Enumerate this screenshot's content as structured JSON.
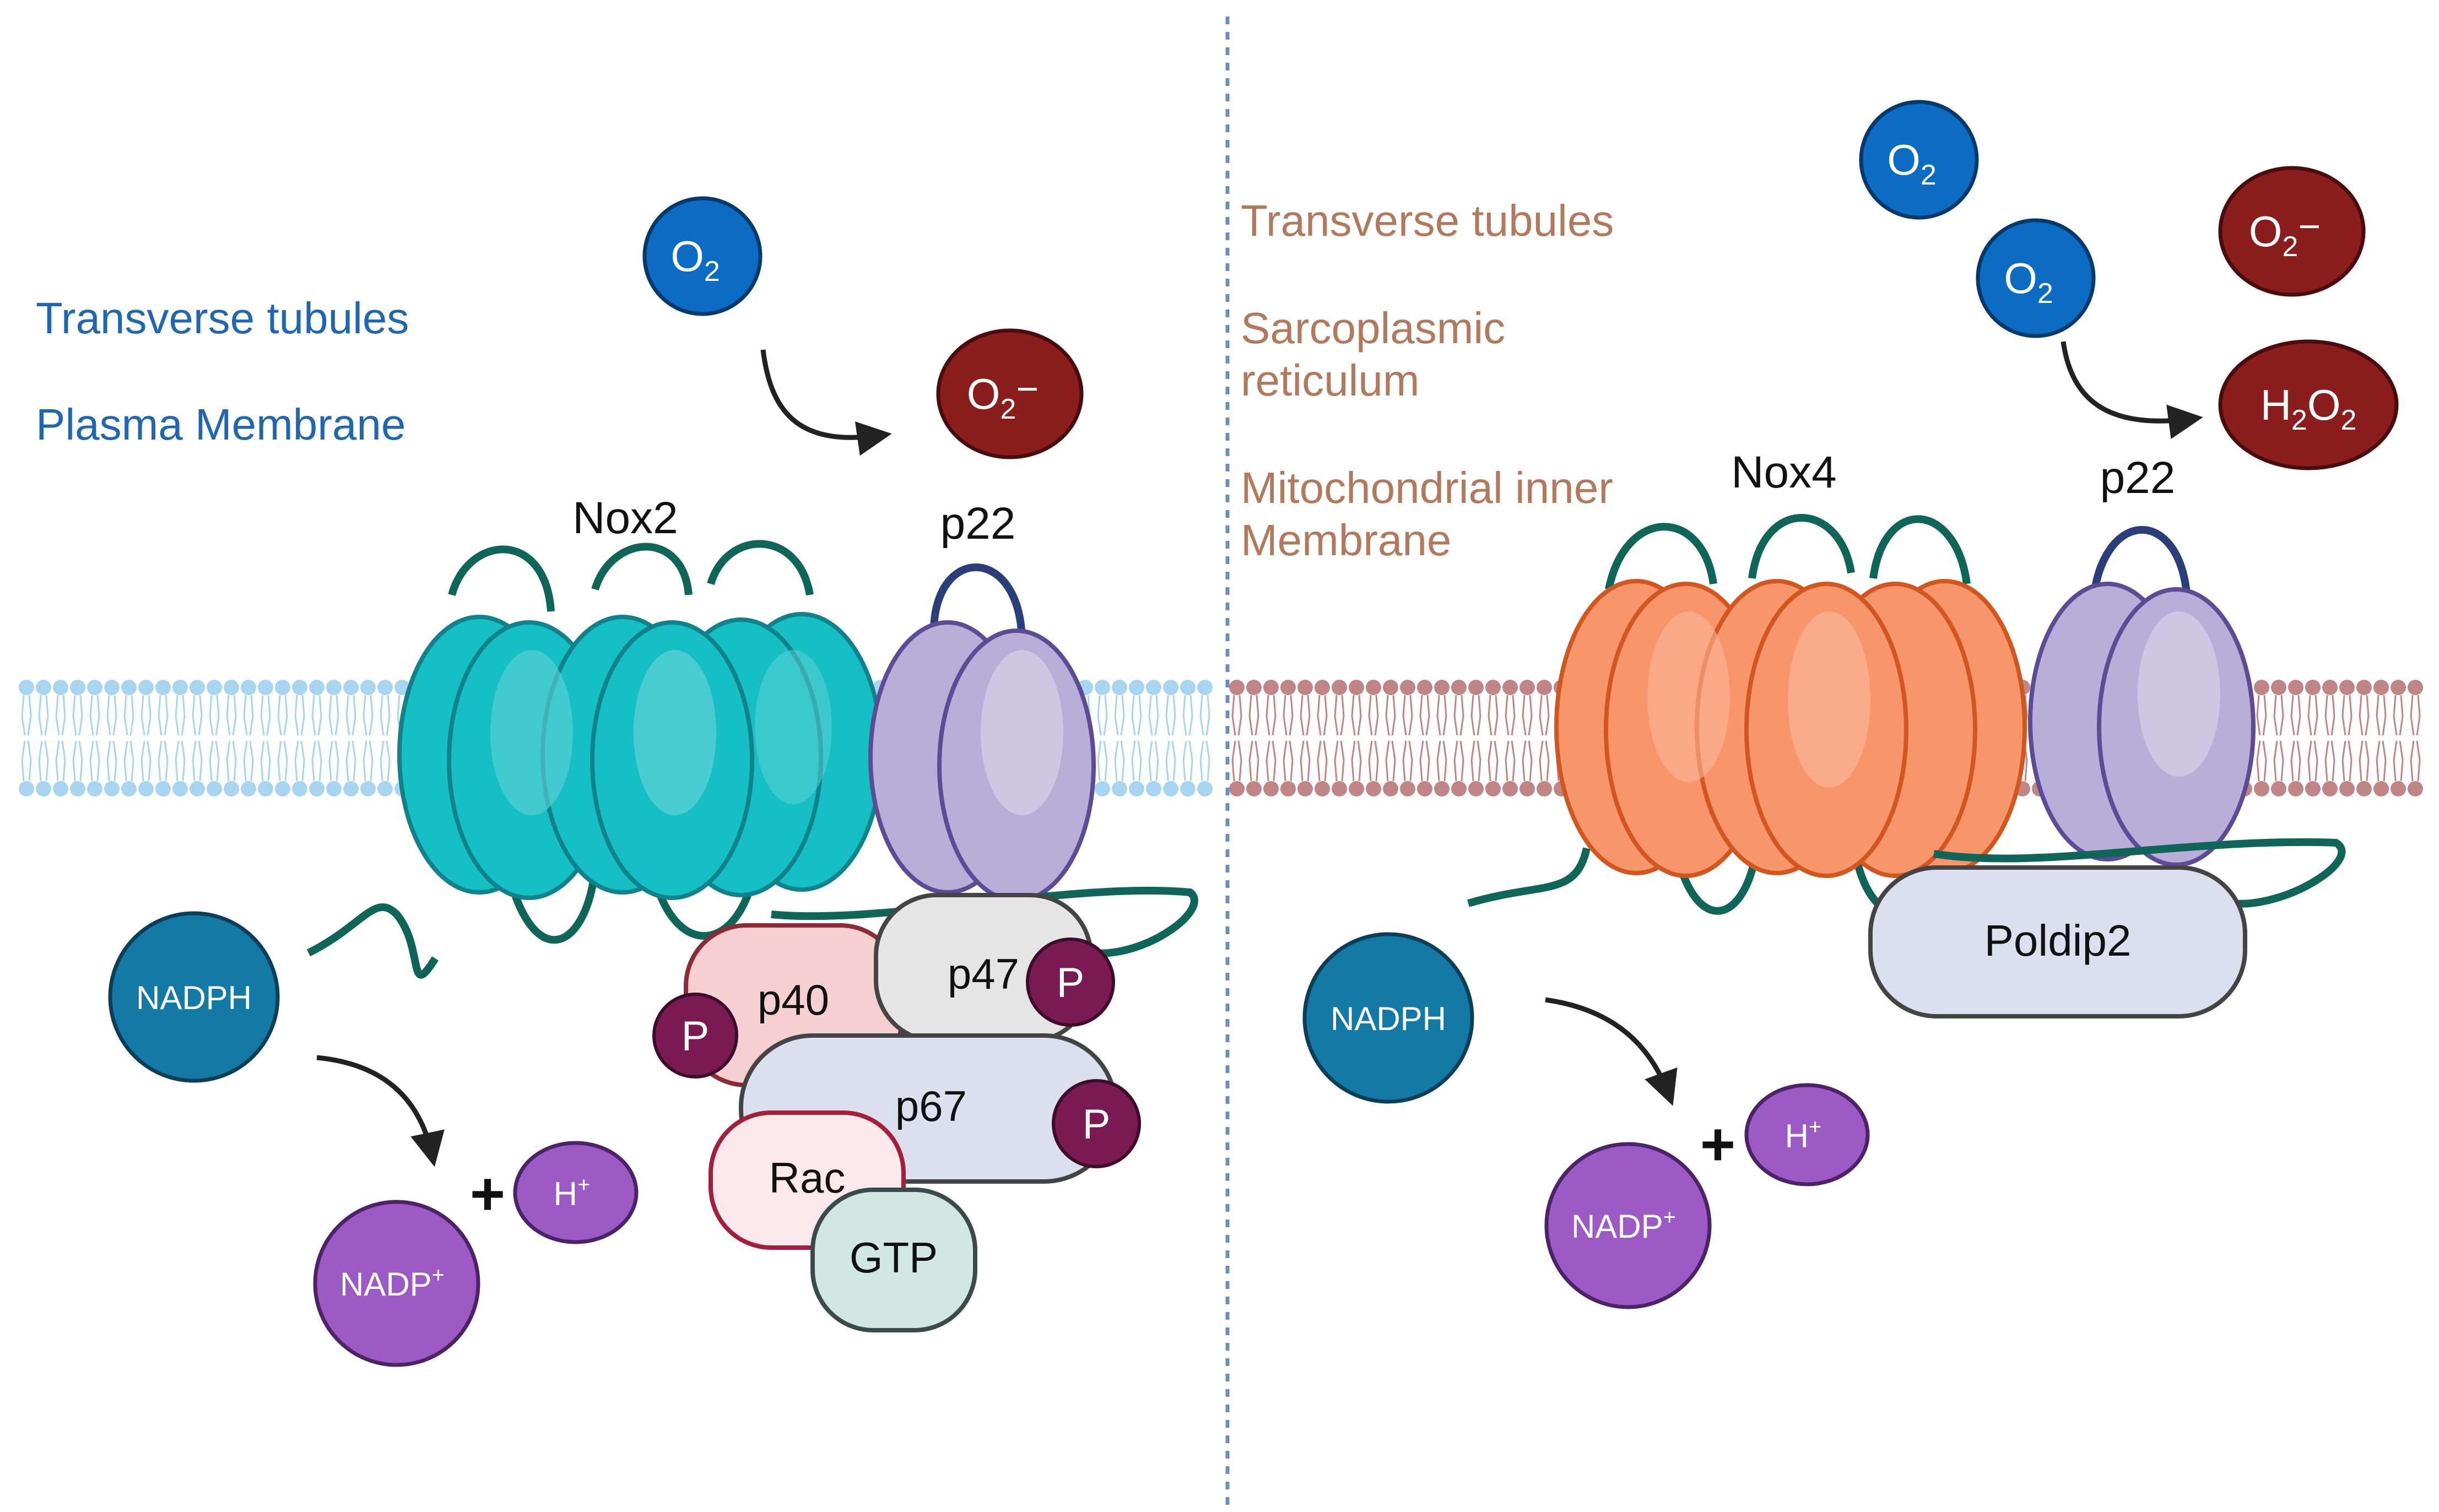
{
  "colors": {
    "left_location": "#1f67b0",
    "right_location": "#b2795c",
    "nox2_fill": "#16bfc4",
    "nox2_stroke": "#10838a",
    "nox4_fill": "#f7956b",
    "nox4_stroke": "#d1571f",
    "p22_fill": "#b8aed7",
    "p22_stroke": "#5d4b96",
    "loop_teal": "#0f6557",
    "o2_fill": "#0b6cc1",
    "superoxide_fill": "#8c1d1d",
    "nadph_fill": "#127aa4",
    "nadp_fill": "#9b5ac4",
    "phospho_fill": "#7a1a52",
    "membrane_blue": "#a8d6f0",
    "membrane_red": "#c08585",
    "divider": "#6b8cc4"
  },
  "left_panel": {
    "locations": [
      "Transverse tubules",
      "Plasma Membrane"
    ],
    "enzyme": "Nox2",
    "p22": "p22",
    "o2": "O",
    "o2_sub": "2",
    "product": "O",
    "product_sub": "2",
    "product_sup": "−",
    "nadph": "NADPH",
    "nadp": "NADP",
    "nadp_sup": "+",
    "plus": "+",
    "h": "H",
    "h_sup": "+",
    "subunits": {
      "p40": "p40",
      "p47": "p47",
      "p67": "p67",
      "rac": "Rac",
      "gtp": "GTP",
      "phospho": "P"
    }
  },
  "right_panel": {
    "locations": [
      "Transverse tubules",
      "Sarcoplasmic",
      "reticulum",
      "Mitochondrial inner",
      "Membrane"
    ],
    "enzyme": "Nox4",
    "p22": "p22",
    "o2": "O",
    "o2_sub": "2",
    "superoxide": "O",
    "superoxide_sub": "2",
    "superoxide_sup": "−",
    "h2o2_h": "H",
    "h2o2_sub1": "2",
    "h2o2_o": "O",
    "h2o2_sub2": "2",
    "poldip2": "Poldip2",
    "nadph": "NADPH",
    "nadp": "NADP",
    "nadp_sup": "+",
    "plus": "+",
    "h": "H",
    "h_sup": "+"
  }
}
